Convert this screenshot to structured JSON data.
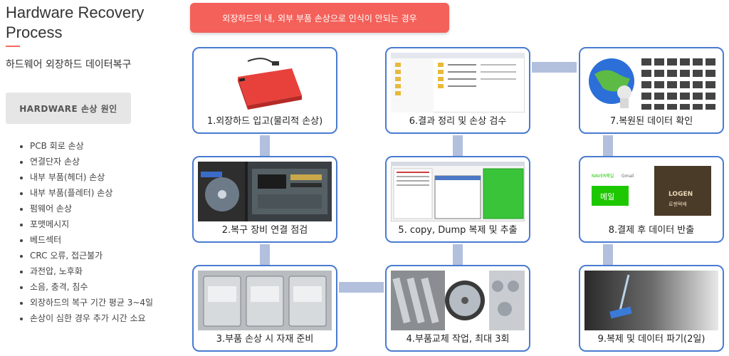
{
  "header": {
    "title": "Hardware Recovery Process",
    "subtitle": "하드웨어 외장하드 데이터복구"
  },
  "sidebar": {
    "cause_button": "HARDWARE 손상 원인",
    "causes": [
      "PCB 회로 손상",
      "연결단자 손상",
      "내부 부품(헤더) 손상",
      "내부 부품(플레터) 손상",
      "펌웨어 손상",
      "포맷메시지",
      "베드섹터",
      "CRC 오류, 접근불가",
      "과전압, 노후화",
      "소음, 충격, 침수",
      "외장하드의 복구 기간 평균 3~4일",
      "손상이 심한 경우 추가 시간 소요"
    ]
  },
  "banner": "외장하드의 내, 외부 부품 손상으로 인식이 안되는 경우",
  "steps": [
    {
      "label": "1.외장하드 입고(물리적 손상)",
      "icon": "red-external-hdd-image"
    },
    {
      "label": "2.복구 장비 연결 점검",
      "icon": "recovery-equipment-image"
    },
    {
      "label": "3.부품 손상 시 자재 준비",
      "icon": "spare-drives-image"
    },
    {
      "label": "4.부품교체 작업, 최대 3회",
      "icon": "part-replacement-image"
    },
    {
      "label": "5. copy, Dump 복제 및 추출",
      "icon": "dump-software-image"
    },
    {
      "label": "6.결과 정리 및 손상 검수",
      "icon": "file-explorer-image"
    },
    {
      "label": "7.복원된 데이터 확인",
      "icon": "restored-data-image"
    },
    {
      "label": "8.결제 후 데이터 반출",
      "icon": "delivery-options-image"
    },
    {
      "label": "9.복제 및 데이터 파기(2일)",
      "icon": "data-destruction-image"
    }
  ],
  "delivery": {
    "naver_brand": "NAVER메일",
    "gmail_brand": "Gmail",
    "naver_mail": "메일",
    "logen_brand": "LOGEN",
    "logen_sub": "로젠택배"
  },
  "colors": {
    "accent": "#f4615a",
    "box_border": "#4a7bd0",
    "connector": "#b2c0de",
    "button_bg": "#e6e6e6"
  }
}
